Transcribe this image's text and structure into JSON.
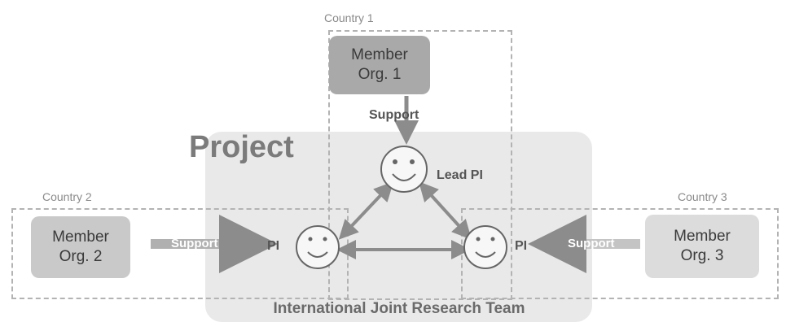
{
  "diagram": {
    "project_title": "Project",
    "team_label": "International Joint Research Team",
    "countries": [
      {
        "label": "Country 1"
      },
      {
        "label": "Country 2"
      },
      {
        "label": "Country 3"
      }
    ],
    "members": [
      {
        "line1": "Member",
        "line2": "Org. 1"
      },
      {
        "line1": "Member",
        "line2": "Org. 2"
      },
      {
        "line1": "Member",
        "line2": "Org. 3"
      }
    ],
    "support_label": "Support",
    "lead_pi_label": "Lead PI",
    "pi_label": "PI",
    "colors": {
      "member_org1": "#a9a9a9",
      "member_org2": "#c9c9c9",
      "member_org3": "#dcdcdc",
      "project_bg": "#e9e9e9",
      "arrow": "#8c8c8c"
    }
  }
}
